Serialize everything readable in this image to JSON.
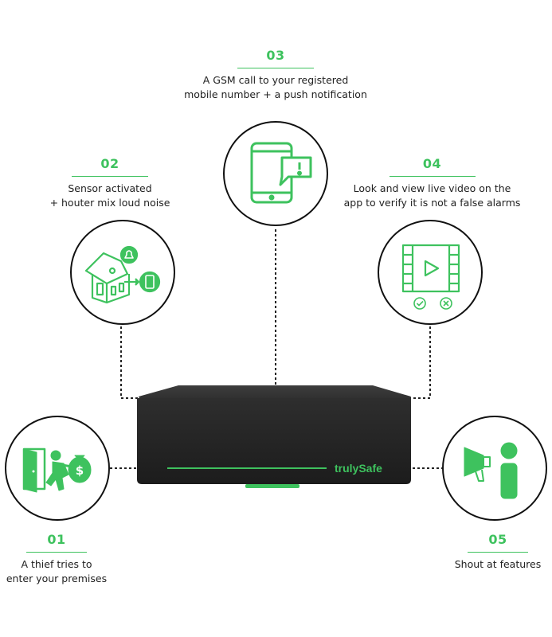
{
  "colors": {
    "accent": "#3ec25e",
    "device": "#2b2b2b",
    "outline": "#111111"
  },
  "steps": [
    {
      "number": "01",
      "lines": [
        "A thief tries to",
        "enter your premises"
      ],
      "icon": "thief-door-icon"
    },
    {
      "number": "02",
      "lines": [
        "Sensor activated",
        "+ houter mix loud noise"
      ],
      "icon": "house-alarm-icon"
    },
    {
      "number": "03",
      "lines": [
        "A GSM call to your registered",
        "mobile number + a push notification"
      ],
      "icon": "tablet-alert-icon"
    },
    {
      "number": "04",
      "lines": [
        "Look and view live video on the",
        "app to verify it is not a false alarms"
      ],
      "icon": "video-player-icon"
    },
    {
      "number": "05",
      "lines": [
        "Shout at features"
      ],
      "icon": "megaphone-person-icon"
    }
  ],
  "device": {
    "brand": "trulySafe"
  }
}
